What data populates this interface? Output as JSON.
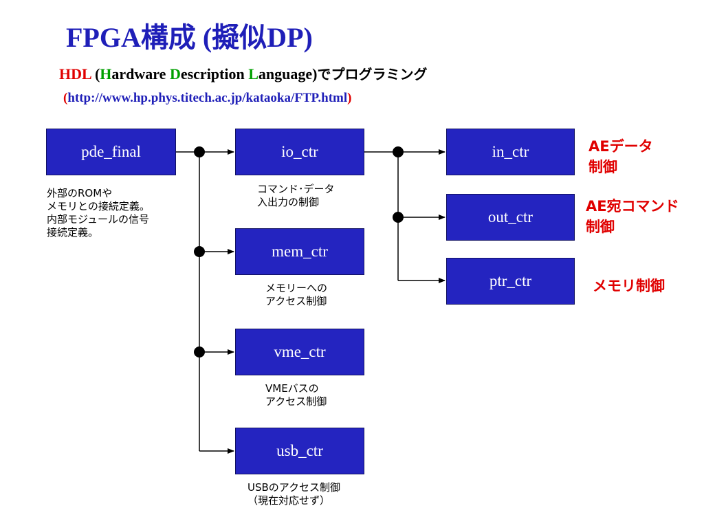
{
  "title": "FPGA構成 (擬似DP)",
  "subtitle": {
    "hdl": "HDL",
    "paren_open": " (",
    "h": "H",
    "ardware": "ardware ",
    "d": "D",
    "escription": "escription ",
    "l": "L",
    "anguage": "anguage)",
    "jp": "でプログラミング"
  },
  "url": {
    "open": "(",
    "text": "http://www.hp.phys.titech.ac.jp/kataoka/FTP.html",
    "close": ")"
  },
  "modules": {
    "pde_final": "pde_final",
    "io_ctr": "io_ctr",
    "mem_ctr": "mem_ctr",
    "vme_ctr": "vme_ctr",
    "usb_ctr": "usb_ctr",
    "in_ctr": "in_ctr",
    "out_ctr": "out_ctr",
    "ptr_ctr": "ptr_ctr"
  },
  "notes": {
    "pde_final": "外部のROMや\nメモリとの接続定義。\n内部モジュールの信号\n接続定義。",
    "io_ctr": "コマンド･データ\n入出力の制御",
    "mem_ctr": "メモリーへの\nアクセス制御",
    "vme_ctr": "VMEバスの\nアクセス制御",
    "usb_ctr": "USBのアクセス制御\n（現在対応せず）"
  },
  "labels": {
    "in_ctr": "AEデータ\n制御",
    "out_ctr": "AE宛コマンド\n制御",
    "ptr_ctr": "メモリ制御"
  },
  "colors": {
    "box": "#2424c0",
    "title": "#1f1fb8",
    "accent_red": "#e00000",
    "accent_green": "#00a000"
  }
}
